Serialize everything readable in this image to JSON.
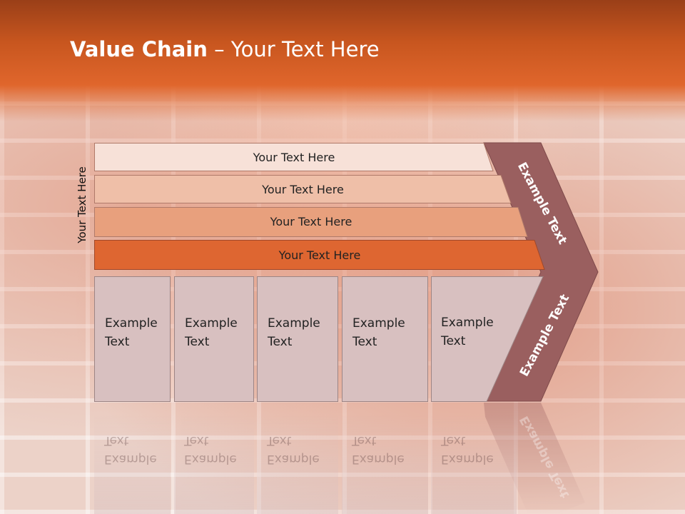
{
  "title": {
    "bold": "Value Chain",
    "rest": " – Your Text Here"
  },
  "side_label": "Your Text Here",
  "bars": [
    {
      "label": "Your Text Here"
    },
    {
      "label": "Your Text Here"
    },
    {
      "label": "Your Text Here"
    },
    {
      "label": "Your Text Here"
    }
  ],
  "columns": [
    {
      "line1": "Example",
      "line2": "Text"
    },
    {
      "line1": "Example",
      "line2": "Text"
    },
    {
      "line1": "Example",
      "line2": "Text"
    },
    {
      "line1": "Example",
      "line2": "Text"
    },
    {
      "line1": "Example",
      "line2": "Text"
    }
  ],
  "chevron": {
    "upper": "Example Text",
    "lower": "Example Text"
  },
  "colors": {
    "bar1": "#f7e1d8",
    "bar2": "#efbfa8",
    "bar3": "#e8a07d",
    "bar4": "#de6631",
    "column": "#d8c0c0",
    "chevron": "#9a5f5f",
    "header": "#d65e27"
  }
}
